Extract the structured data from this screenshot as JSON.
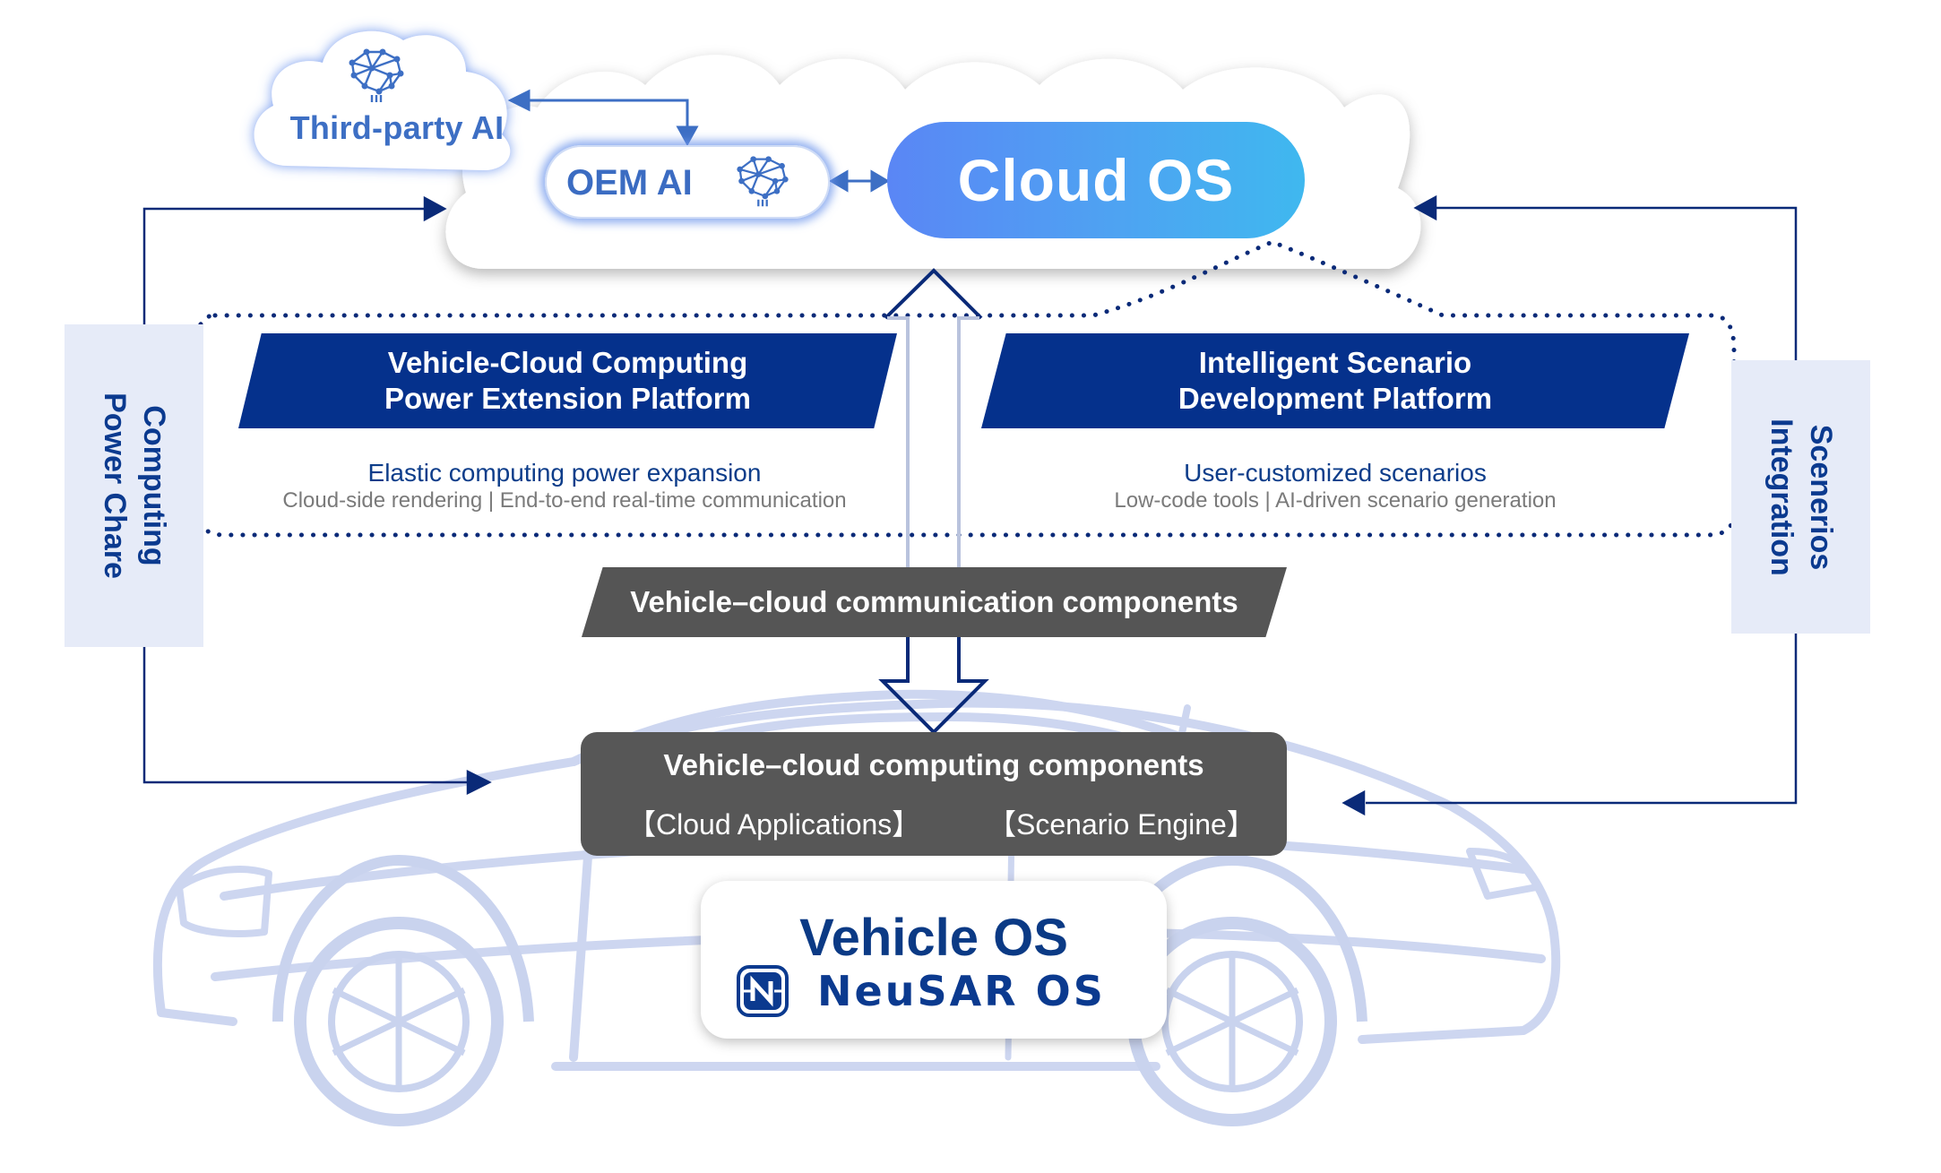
{
  "clouds": {
    "third_party_ai": "Third-party AI",
    "oem_ai": "OEM AI",
    "cloud_os": "Cloud OS"
  },
  "side_labels": {
    "left": "Computing Power Chare",
    "left_lines": [
      "Computing",
      "Power Chare"
    ],
    "right": "Scenerios Integration",
    "right_lines": [
      "Scenerios",
      "Integration"
    ]
  },
  "platforms": [
    {
      "title_lines": [
        "Vehicle-Cloud Computing",
        "Power Extension Platform"
      ],
      "subtitle": "Elastic computing power expansion",
      "details": "Cloud-side rendering | End-to-end real-time communication"
    },
    {
      "title_lines": [
        "Intelligent Scenario",
        "Development Platform"
      ],
      "subtitle": "User-customized scenarios",
      "details": "Low-code tools | AI-driven scenario generation"
    }
  ],
  "communication_components": "Vehicle–cloud communication components",
  "computing_components": {
    "title": "Vehicle–cloud computing components",
    "items": [
      "【Cloud Applications】",
      "【Scenario Engine】"
    ]
  },
  "vehicle_os": {
    "title": "Vehicle OS",
    "brand": "NeuSAR OS"
  },
  "colors": {
    "navy": "#05318c",
    "cloud_os_gradient_start": "#5a86f5",
    "cloud_os_gradient_end": "#3fb8ef",
    "ai_blue": "#3d6fc4",
    "dark_gray": "#555555",
    "side_box_bg": "#e6ebf8",
    "car_outline": "#c9d3ee"
  }
}
